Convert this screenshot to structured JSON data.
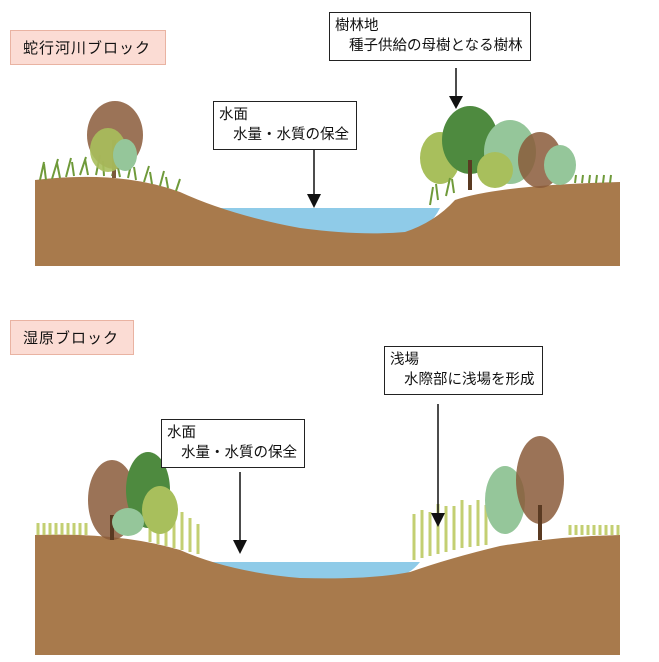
{
  "blocks": [
    {
      "title": "蛇行河川ブロック",
      "callouts": [
        {
          "heading": "樹林地",
          "detail": "種子供給の母樹となる樹林"
        },
        {
          "heading": "水面",
          "detail": "水量・水質の保全"
        }
      ]
    },
    {
      "title": "湿原ブロック",
      "callouts": [
        {
          "heading": "浅場",
          "detail": "水際部に浅場を形成"
        },
        {
          "heading": "水面",
          "detail": "水量・水質の保全"
        }
      ]
    }
  ],
  "colors": {
    "soil": "#a87a4c",
    "water": "#8fcbe8",
    "grass": "#a8bf5c",
    "tree_dark": "#4e8a3f",
    "tree_light": "#95c69a",
    "tree_brown": "#8a5a3a",
    "tag_bg": "#fbdcd4"
  }
}
